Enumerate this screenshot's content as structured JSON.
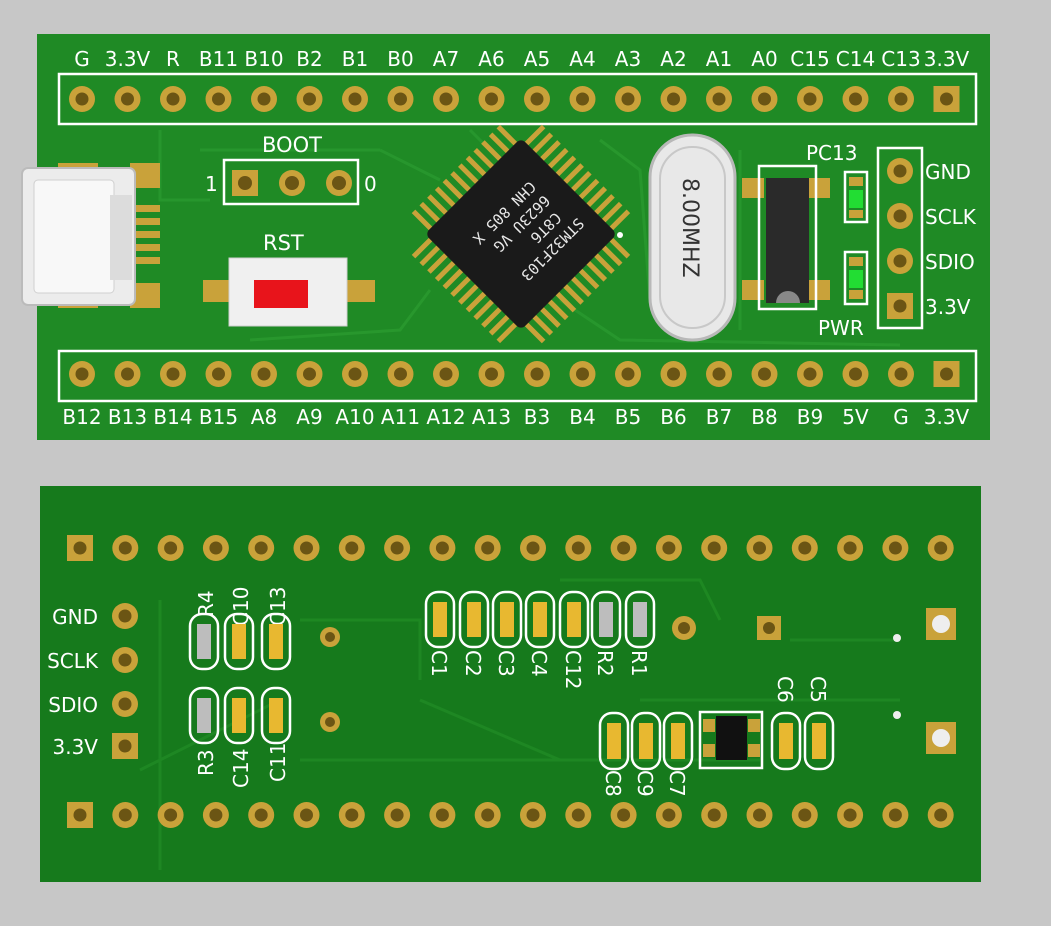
{
  "top_board": {
    "top_header_labels": [
      "G",
      "3.3V",
      "R",
      "B11",
      "B10",
      "B2",
      "B1",
      "B0",
      "A7",
      "A6",
      "A5",
      "A4",
      "A3",
      "A2",
      "A1",
      "A0",
      "C15",
      "C14",
      "C13",
      "3.3V"
    ],
    "bottom_header_labels": [
      "B12",
      "B13",
      "B14",
      "B15",
      "A8",
      "A9",
      "A10",
      "A11",
      "A12",
      "A13",
      "B3",
      "B4",
      "B5",
      "B6",
      "B7",
      "B8",
      "B9",
      "5V",
      "G",
      "3.3V"
    ],
    "boot_label": "BOOT",
    "boot_left": "1",
    "boot_right": "0",
    "rst_label": "RST",
    "swd_labels": [
      "GND",
      "SCLK",
      "SDIO",
      "3.3V"
    ],
    "led_labels": {
      "pc13": "PC13",
      "pwr": "PWR"
    },
    "crystal_text": "8.00MHZ",
    "mcu_marking": [
      "STM32F103",
      "C8T6",
      "6623U VG",
      "CHN 805 X"
    ],
    "colors": {
      "pcb": "#1f8a25",
      "pad": "#c9a23a",
      "silkscreen": "#ffffff",
      "led": "#22dd33",
      "reset_cap": "#e8141b",
      "background": "#c7c7c7"
    }
  },
  "bottom_board": {
    "swd_labels": [
      "GND",
      "SCLK",
      "SDIO",
      "3.3V"
    ],
    "components_left": [
      "R4",
      "C10",
      "C13",
      "R3",
      "C14",
      "C11"
    ],
    "components_middle": [
      "C1",
      "C2",
      "C3",
      "C4",
      "C12",
      "R2",
      "R1"
    ],
    "components_right": [
      "C8",
      "C9",
      "C7",
      "C6",
      "C5"
    ],
    "colors": {
      "pcb": "#167a1c",
      "capacitor": "#e8b830"
    }
  }
}
